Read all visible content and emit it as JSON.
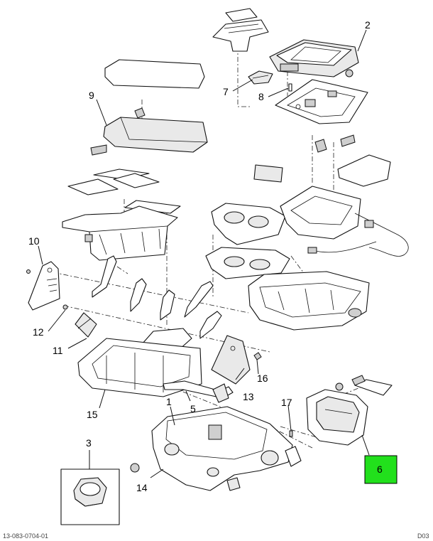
{
  "callouts": {
    "c1": "1",
    "c2": "2",
    "c3": "3",
    "c5": "5",
    "c6": "6",
    "c7": "7",
    "c8": "8",
    "c9": "9",
    "c10": "10",
    "c11": "11",
    "c12": "12",
    "c13": "13",
    "c14": "14",
    "c15": "15",
    "c16": "16",
    "c17": "17"
  },
  "highlight": {
    "label": "6",
    "color": "#22e01c"
  },
  "footer": {
    "left": "13-083-0704-01",
    "right": "D03"
  }
}
